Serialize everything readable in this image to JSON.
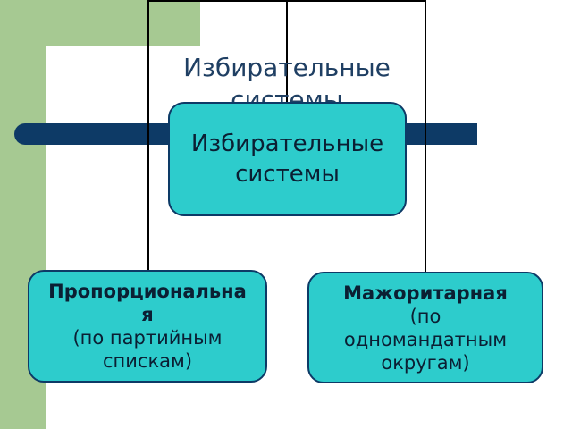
{
  "diagram": {
    "ghost_title": "Избирательные системы",
    "center": {
      "line1": "Избирательные",
      "line2": "системы"
    },
    "left": {
      "title_line1": "Пропорциональна",
      "title_line2": "я",
      "sub_line1": "(по партийным",
      "sub_line2": "спискам)"
    },
    "right": {
      "title": "Мажоритарная",
      "sub_line1": "(по",
      "sub_line2": "одномандатным",
      "sub_line3": "округам)"
    }
  },
  "colors": {
    "green": "#a6c992",
    "navy": "#0d3a66",
    "teal": "#2dcccc"
  }
}
